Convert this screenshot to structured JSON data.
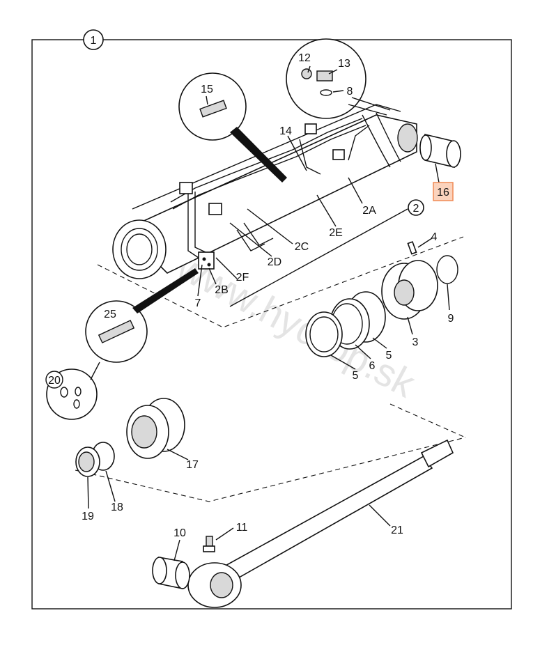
{
  "diagram": {
    "group_marker": "1",
    "subgroup_marker": "2",
    "highlight_color": "#f2a37a",
    "watermark": "www.hydrop.sk",
    "callouts": [
      {
        "id": "12",
        "text": "12"
      },
      {
        "id": "13",
        "text": "13"
      },
      {
        "id": "8",
        "text": "8"
      },
      {
        "id": "15",
        "text": "15"
      },
      {
        "id": "14",
        "text": "14"
      },
      {
        "id": "16",
        "text": "16",
        "highlighted": true
      },
      {
        "id": "2A",
        "text": "2A"
      },
      {
        "id": "2E",
        "text": "2E"
      },
      {
        "id": "2C",
        "text": "2C"
      },
      {
        "id": "2D",
        "text": "2D"
      },
      {
        "id": "2F",
        "text": "2F"
      },
      {
        "id": "2B",
        "text": "2B"
      },
      {
        "id": "7",
        "text": "7"
      },
      {
        "id": "25",
        "text": "25"
      },
      {
        "id": "20",
        "text": "20"
      },
      {
        "id": "4",
        "text": "4"
      },
      {
        "id": "9",
        "text": "9"
      },
      {
        "id": "3",
        "text": "3"
      },
      {
        "id": "5a",
        "text": "5"
      },
      {
        "id": "6",
        "text": "6"
      },
      {
        "id": "5b",
        "text": "5"
      },
      {
        "id": "17",
        "text": "17"
      },
      {
        "id": "19",
        "text": "19"
      },
      {
        "id": "18",
        "text": "18"
      },
      {
        "id": "10",
        "text": "10"
      },
      {
        "id": "11",
        "text": "11"
      },
      {
        "id": "21",
        "text": "21"
      }
    ]
  }
}
